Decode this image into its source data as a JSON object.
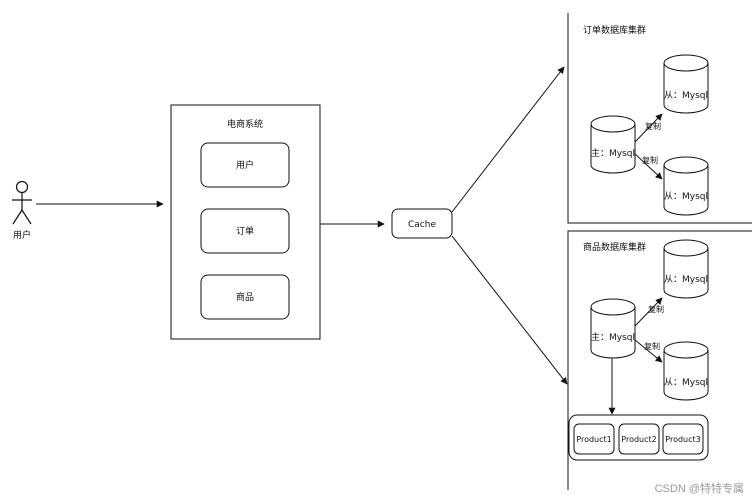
{
  "user": {
    "label": "用户"
  },
  "system": {
    "title": "电商系统",
    "modules": [
      "用户",
      "订单",
      "商品"
    ]
  },
  "cache": {
    "label": "Cache"
  },
  "order_cluster": {
    "title": "订单数据库集群",
    "master": "主：Mysql",
    "slaves": [
      "从：Mysql",
      "从：Mysql"
    ],
    "replicate_labels": [
      "复制",
      "复制"
    ]
  },
  "product_cluster": {
    "title": "商品数据库集群",
    "master": "主：Mysql",
    "slaves": [
      "从：Mysql",
      "从：Mysql"
    ],
    "replicate_labels": [
      "复制",
      "复制"
    ],
    "shards": [
      "Product1",
      "Product2",
      "Product3"
    ]
  },
  "watermark": "CSDN @特特专属"
}
